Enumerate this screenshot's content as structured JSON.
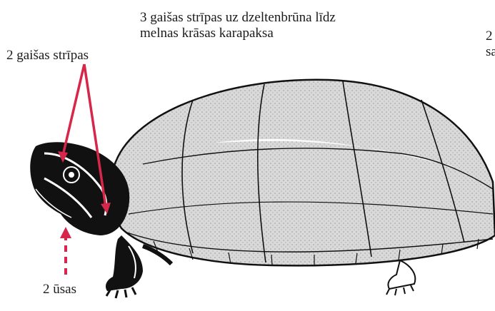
{
  "labels": {
    "carapace_line1": "3 gaišas strīpas uz dzeltenbrūna līdz",
    "carapace_line2": "melnas krāsas karapaksa",
    "head_stripes": "2 gaišas strīpas",
    "barbels": "2 ūsas",
    "cut_line1": "2",
    "cut_line2": "sa"
  },
  "colors": {
    "arrow": "#d6264a",
    "ink": "#111111",
    "shell_fill": "#d9d9d9"
  }
}
